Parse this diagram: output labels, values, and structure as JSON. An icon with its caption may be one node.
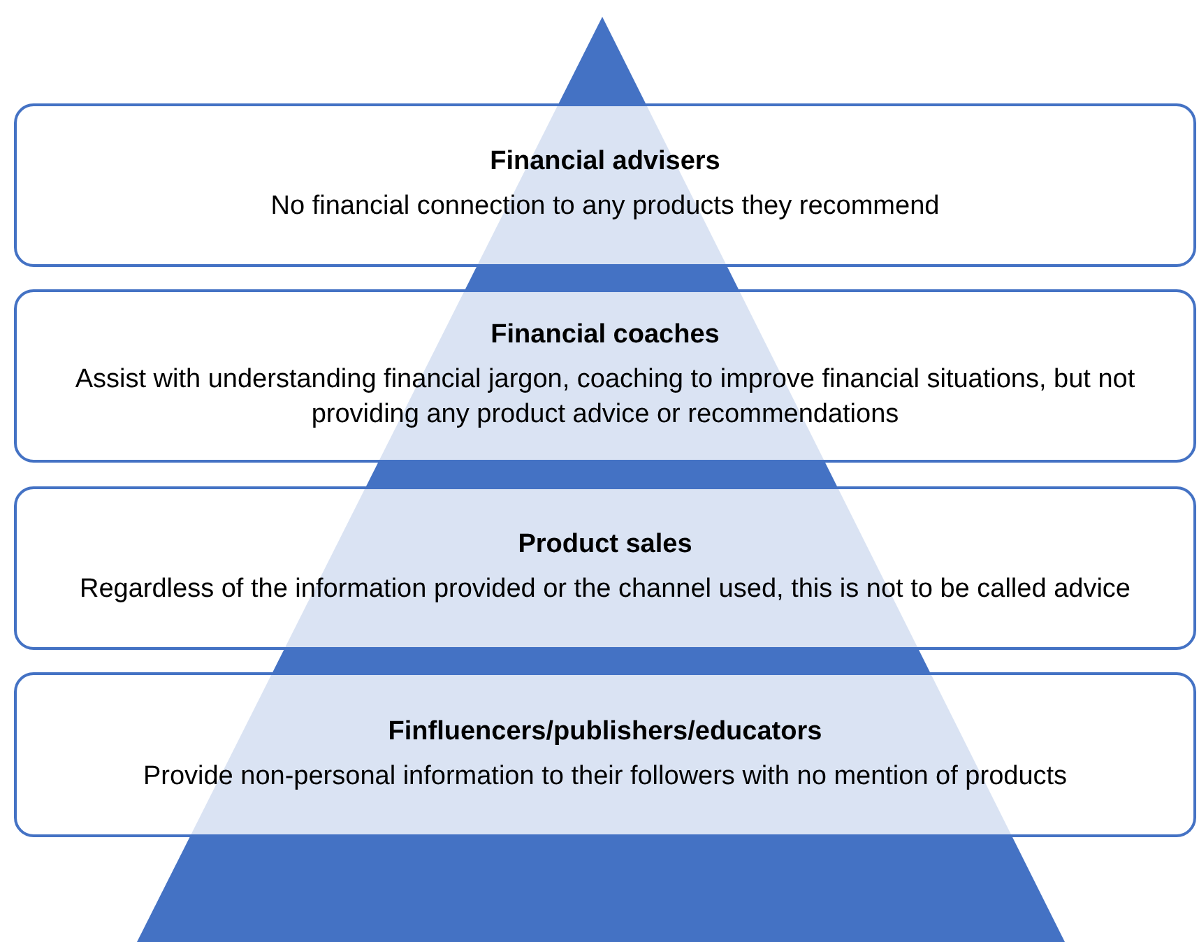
{
  "diagram": {
    "nodes": [
      {
        "text": [
          "Financial advisers",
          "No financial connection to any products they recommend"
        ]
      },
      {
        "text": [
          "Financial coaches",
          "Assist with understanding financial jargon, coaching to improve financial situations, but not providing any product advice or recommendations"
        ]
      },
      {
        "text": [
          "Product sales",
          "Regardless of the information provided or the channel used, this is not to be called advice"
        ]
      },
      {
        "text": [
          "Finfluencers/publishers/educators",
          "Provide non-personal information to their followers with no mention of products"
        ]
      }
    ]
  }
}
